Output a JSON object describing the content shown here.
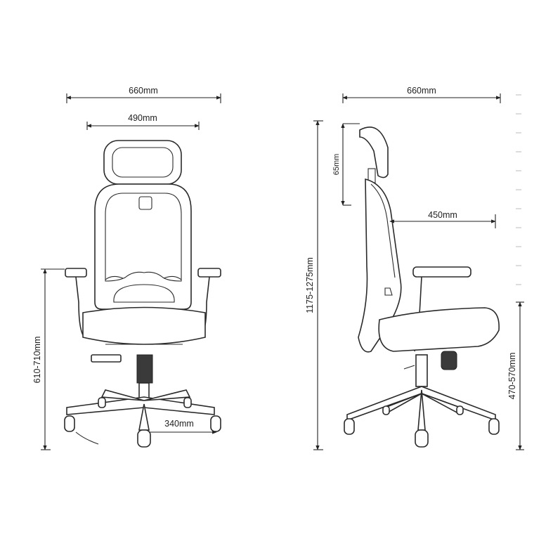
{
  "front_view": {
    "overall_width": "660mm",
    "backrest_width": "490mm",
    "armrest_height": "610-710mm",
    "base_radius": "340mm"
  },
  "side_view": {
    "overall_depth": "660mm",
    "headrest_adjust": "65mm",
    "seat_depth": "450mm",
    "total_height": "1175-1275mm",
    "seat_height": "470-570mm"
  }
}
